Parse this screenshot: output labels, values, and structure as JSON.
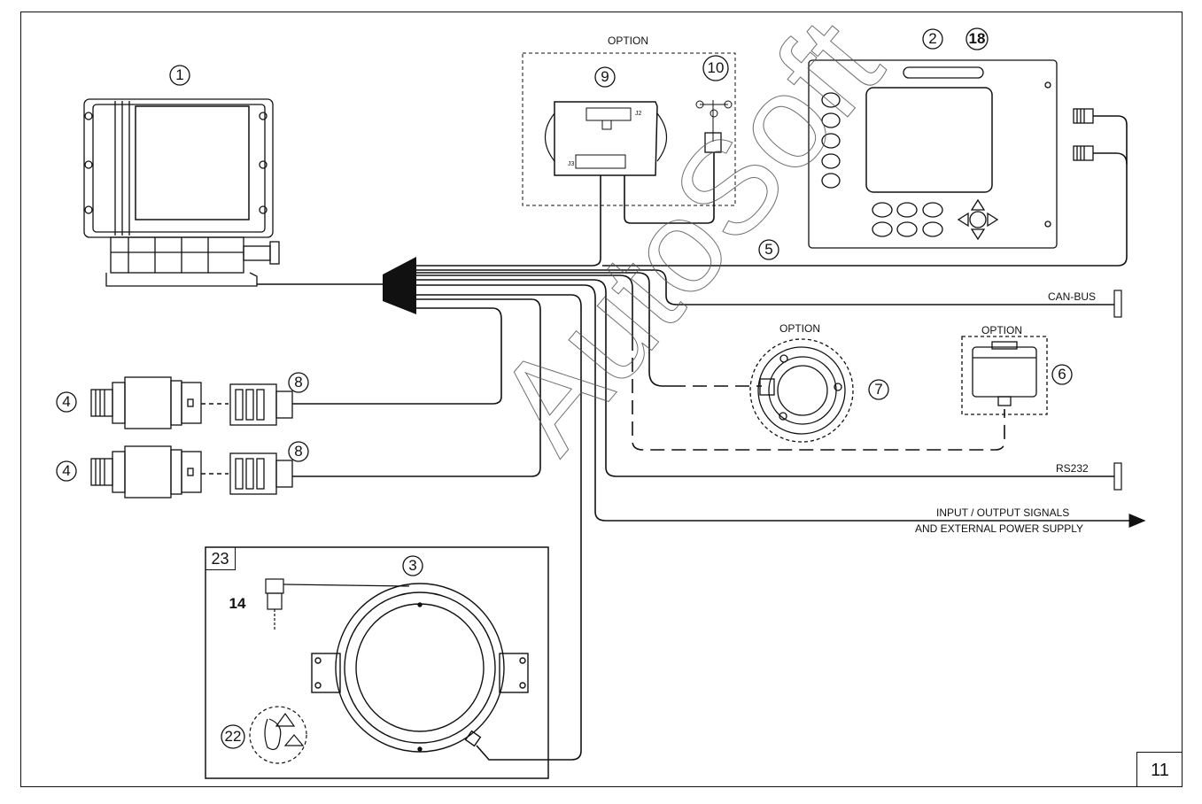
{
  "labels": {
    "option_top": "OPTION",
    "option_7": "OPTION",
    "option_6": "OPTION",
    "can_bus": "CAN-BUS",
    "rs232": "RS232",
    "io_line1": "INPUT / OUTPUT SIGNALS",
    "io_line2": "AND EXTERNAL POWER SUPPLY",
    "j2": "J2",
    "j3": "J3"
  },
  "callouts": {
    "n1": "1",
    "n2": "2",
    "n18": "18",
    "n3": "3",
    "n4a": "4",
    "n4b": "4",
    "n5": "5",
    "n6": "6",
    "n7": "7",
    "n8a": "8",
    "n8b": "8",
    "n9": "9",
    "n10": "10",
    "n14": "14",
    "n22": "22",
    "n23": "23"
  },
  "page_number": "11",
  "watermark": "AutoSoft"
}
